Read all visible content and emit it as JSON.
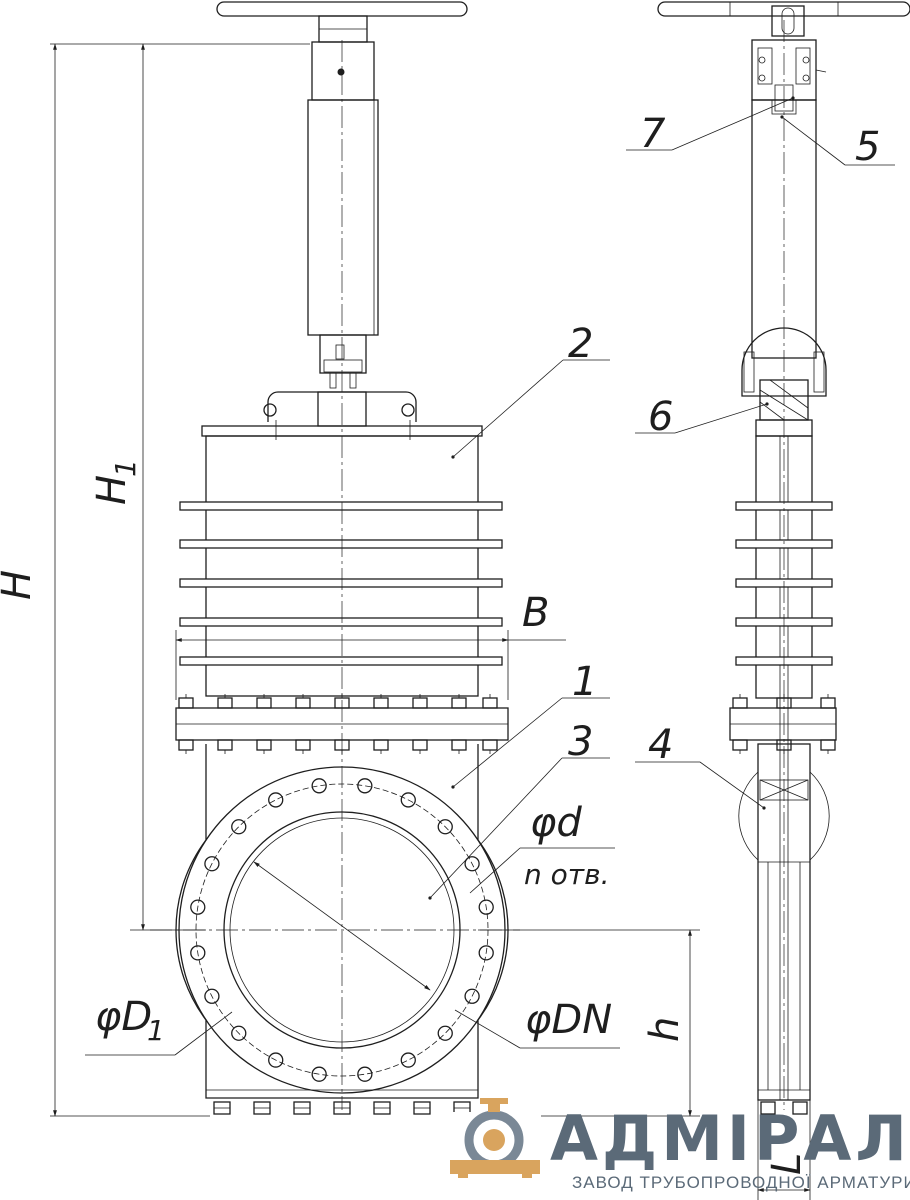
{
  "dimensions": {
    "H": "H",
    "H1": "H",
    "H1_sub": "1",
    "B": "B",
    "D1": "φD",
    "D1_sub": "1",
    "d": "φd",
    "n_holes": "n отв.",
    "DN": "φDN",
    "h": "h",
    "L": "L"
  },
  "callouts": [
    "1",
    "2",
    "3",
    "4",
    "5",
    "6",
    "7"
  ],
  "logo": {
    "name": "АДМІРАЛ",
    "tagline": "ЗАВОД ТРУБОПРОВОДНОЇ АРМАТУРИ",
    "colors": {
      "text": "#5b6a78",
      "mark": "#d9a45e",
      "ring": "#7a8896"
    }
  }
}
